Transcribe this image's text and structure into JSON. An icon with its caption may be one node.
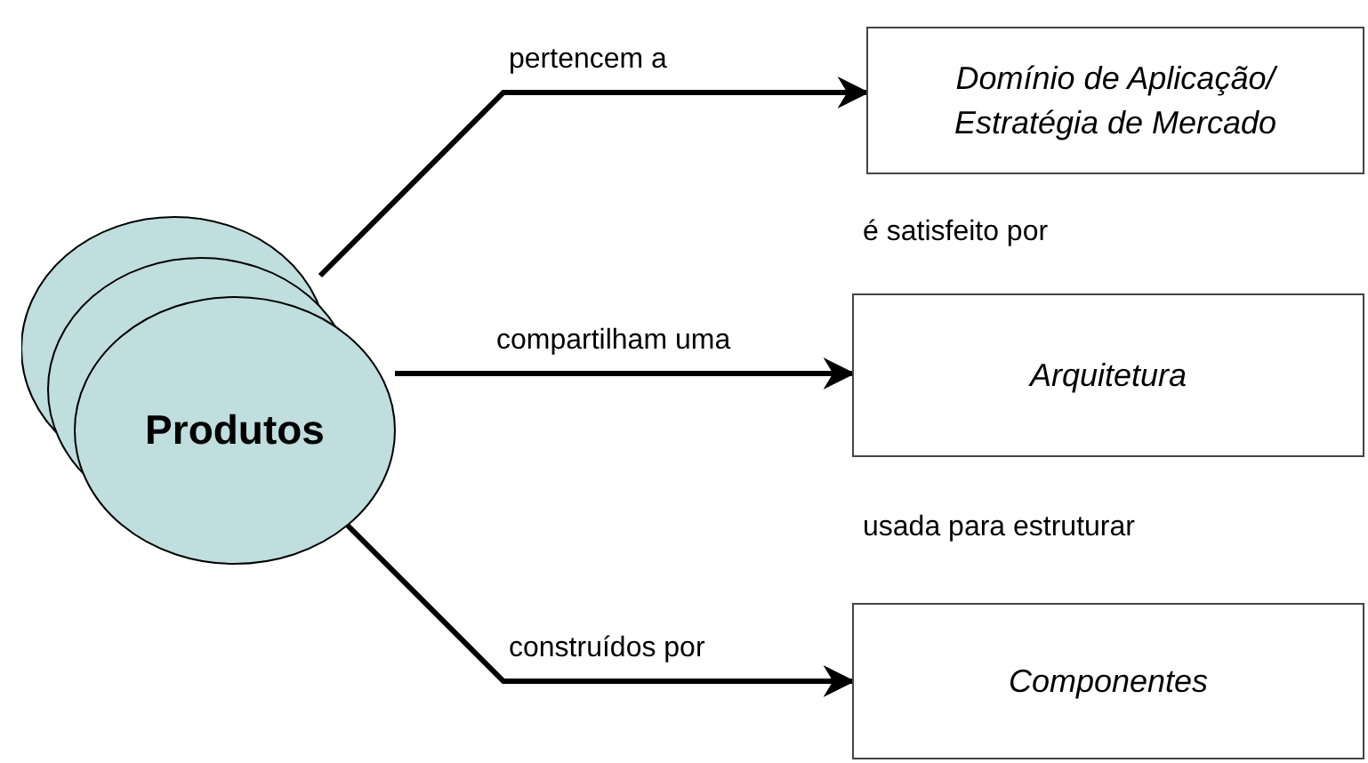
{
  "diagram": {
    "nodes": [
      {
        "text": [
          "Produtos"
        ]
      },
      {
        "text": [
          "Domínio de Aplicação/ Estratégia de Mercado"
        ]
      },
      {
        "text": [
          "Arquitetura"
        ]
      },
      {
        "text": [
          "Componentes"
        ]
      }
    ],
    "edges": [
      {
        "from": 0,
        "to": 1,
        "arrow": "to",
        "label": "pertencem a"
      },
      {
        "from": 0,
        "to": 2,
        "arrow": "to",
        "label": "compartilham uma"
      },
      {
        "from": 0,
        "to": 3,
        "arrow": "to",
        "label": "construídos por"
      }
    ],
    "labels": [
      "é satisfeito por",
      "usada para estruturar"
    ]
  }
}
